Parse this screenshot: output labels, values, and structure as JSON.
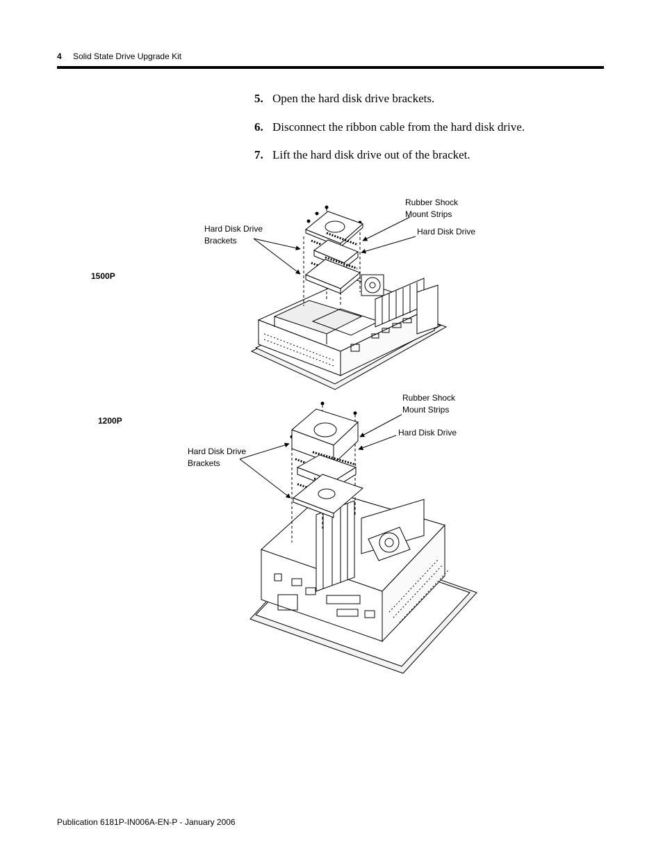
{
  "header": {
    "page_number": "4",
    "title": "Solid State Drive Upgrade Kit"
  },
  "steps": [
    {
      "num": "5.",
      "text": "Open the hard disk drive brackets."
    },
    {
      "num": "6.",
      "text": "Disconnect the ribbon cable from the hard disk drive."
    },
    {
      "num": "7.",
      "text": "Lift the hard disk drive out of the bracket."
    }
  ],
  "figure_1500p": {
    "model": "1500P",
    "rubber_l1": "Rubber Shock",
    "rubber_l2": "Mount Strips",
    "hdd": "Hard Disk Drive",
    "brackets_l1": "Hard Disk Drive",
    "brackets_l2": "Brackets"
  },
  "figure_1200p": {
    "model": "1200P",
    "rubber_l1": "Rubber Shock",
    "rubber_l2": "Mount Strips",
    "hdd": "Hard Disk Drive",
    "brackets_l1": "Hard Disk Drive",
    "brackets_l2": "Brackets"
  },
  "footer": {
    "publication": "Publication 6181P-IN006A-EN-P - January 2006"
  }
}
